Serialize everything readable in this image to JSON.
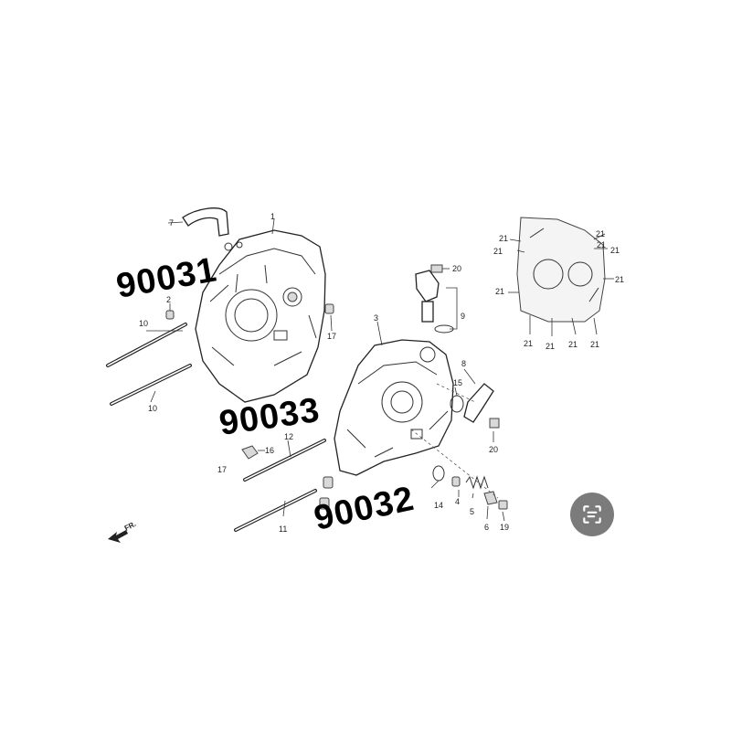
{
  "callouts": {
    "ref_left": "90031",
    "ref_middle": "90033",
    "ref_right": "90032"
  },
  "part_numbers": {
    "p1": "1",
    "p2": "2",
    "p3": "3",
    "p4": "4",
    "p5": "5",
    "p6": "6",
    "p7": "7",
    "p8": "8",
    "p9": "9",
    "p10a": "10",
    "p10b": "10",
    "p11": "11",
    "p12": "12",
    "p14": "14",
    "p15": "15",
    "p16": "16",
    "p17a": "17",
    "p17b": "17",
    "p19": "19",
    "p20a": "20",
    "p20b": "20",
    "g21": [
      "21",
      "21",
      "21",
      "21",
      "21",
      "21",
      "21",
      "21",
      "21",
      "21",
      "21"
    ]
  },
  "direction": {
    "front_label": "FR."
  },
  "overlay": {
    "icon": "lens-scan-icon"
  }
}
